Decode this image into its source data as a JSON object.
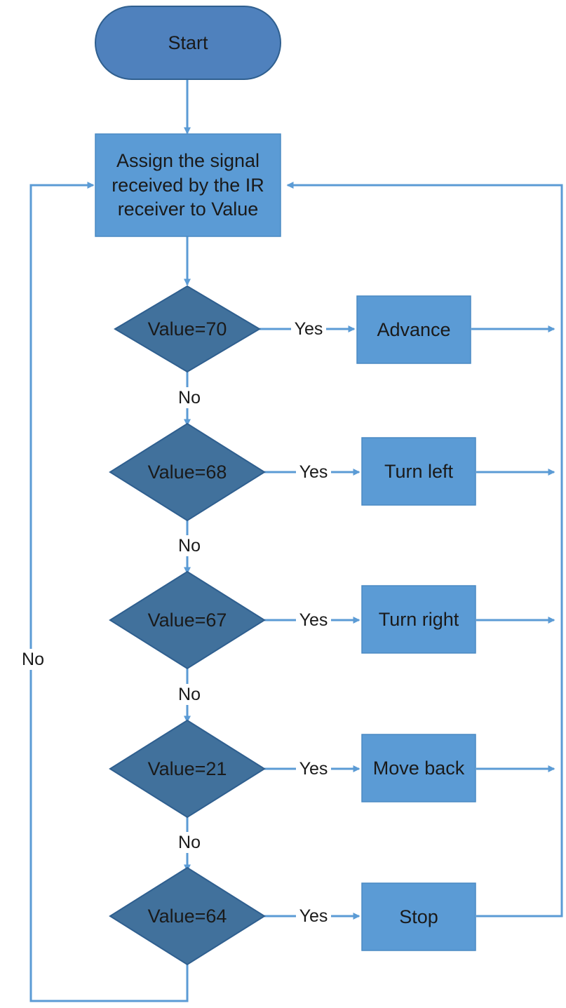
{
  "flowchart": {
    "start": "Start",
    "assign": "Assign the signal received by the IR receiver to Value",
    "decisions": [
      {
        "condition": "Value=70",
        "action": "Advance"
      },
      {
        "condition": "Value=68",
        "action": "Turn left"
      },
      {
        "condition": "Value=67",
        "action": "Turn right"
      },
      {
        "condition": "Value=21",
        "action": "Move back"
      },
      {
        "condition": "Value=64",
        "action": "Stop"
      }
    ],
    "yes_label": "Yes",
    "no_label": "No"
  },
  "colors": {
    "terminator": "#4f81bd",
    "process": "#5b9bd5",
    "decision": "#41719c",
    "outline": "#2f5f8f",
    "arrow": "#5b9bd5"
  }
}
